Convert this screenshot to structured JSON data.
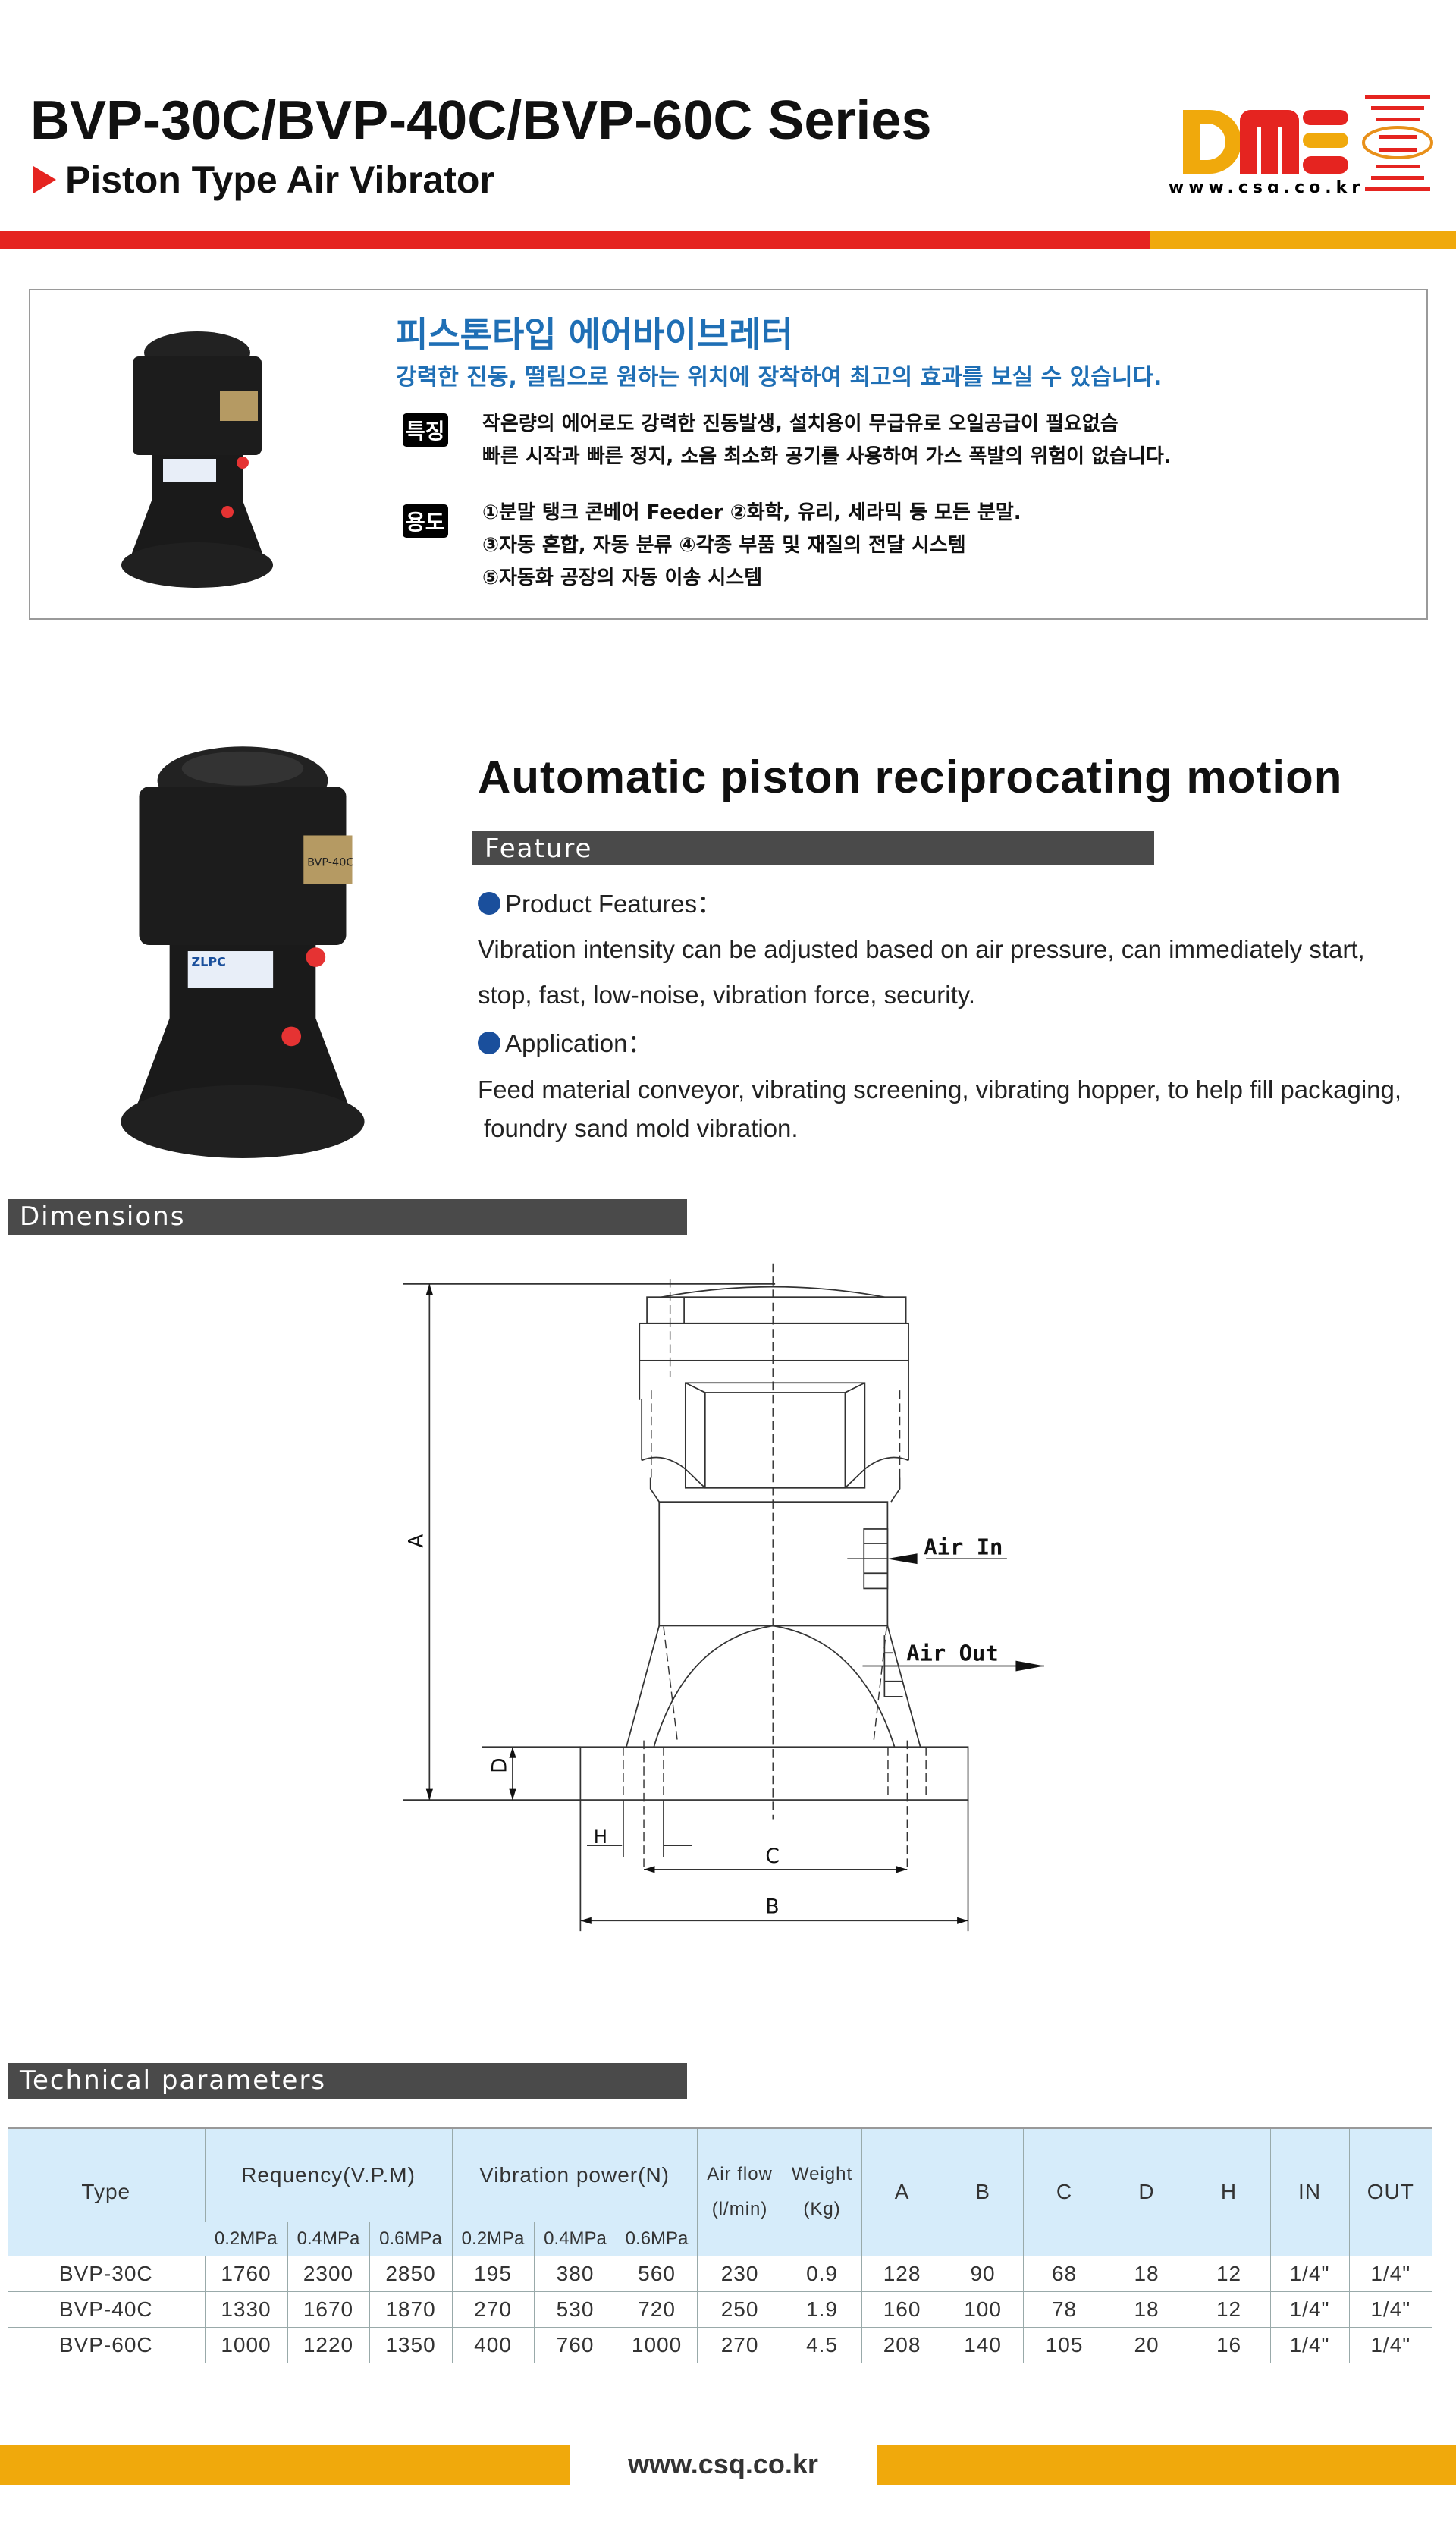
{
  "header": {
    "title": "BVP-30C/BVP-40C/BVP-60C Series",
    "subtitle": "Piston Type Air Vibrator",
    "logo_text": "DME",
    "logo_url": "www.csq.co.kr",
    "colors": {
      "red": "#e52420",
      "orange": "#f0a90c"
    }
  },
  "korean": {
    "title": "피스톤타입 에어바이브레터",
    "tagline": "강력한 진동, 떨림으로 원하는 위치에 장착하여 최고의 효과를 보실 수 있습니다.",
    "features_tag": "특징",
    "features": [
      "작은량의 에어로도 강력한 진동발생, 설치용이 무급유로 오일공급이 필요없슴",
      "빠른 시작과 빠른 정지, 소음 최소화 공기를 사용하여 가스 폭발의 위험이 없습니다."
    ],
    "uses_tag": "용도",
    "uses": [
      "①분말 탱크 콘베어 Feeder  ②화학, 유리, 세라믹 등 모든 분말.",
      "③자동 혼합, 자동 분류  ④각종 부품 및 재질의 전달 시스템",
      "⑤자동화 공장의 자동 이송 시스템"
    ]
  },
  "feature": {
    "heading": "Automatic piston reciprocating motion",
    "bar": "Feature",
    "product_label": "Product Features：",
    "product_text": [
      "Vibration intensity can be adjusted based on air pressure, can immediately start,",
      "stop, fast, low-noise, vibration force, security."
    ],
    "application_label": "Application：",
    "application_text": [
      "Feed material conveyor, vibrating screening, vibrating hopper, to help fill packaging,",
      "foundry sand mold vibration."
    ]
  },
  "product_label": {
    "brand": "ZLPC",
    "name": "BVP-40C"
  },
  "dimensions": {
    "bar": "Dimensions",
    "labels": {
      "A": "A",
      "B": "B",
      "C": "C",
      "D": "D",
      "H": "H",
      "air_in": "Air In",
      "air_out": "Air Out"
    }
  },
  "technical": {
    "bar": "Technical parameters",
    "headers": {
      "type": "Type",
      "frequency": "Requency(V.P.M)",
      "power": "Vibration power(N)",
      "airflow": "Air flow",
      "airflow_unit": "(l/min)",
      "weight": "Weight",
      "weight_unit": "(Kg)",
      "A": "A",
      "B": "B",
      "C": "C",
      "D": "D",
      "H": "H",
      "IN": "IN",
      "OUT": "OUT"
    },
    "pressures": [
      "0.2MPa",
      "0.4MPa",
      "0.6MPa",
      "0.2MPa",
      "0.4MPa",
      "0.6MPa"
    ],
    "rows": [
      [
        "BVP-30C",
        "1760",
        "2300",
        "2850",
        "195",
        "380",
        "560",
        "230",
        "0.9",
        "128",
        "90",
        "68",
        "18",
        "12",
        "1/4\"",
        "1/4\""
      ],
      [
        "BVP-40C",
        "1330",
        "1670",
        "1870",
        "270",
        "530",
        "720",
        "250",
        "1.9",
        "160",
        "100",
        "78",
        "18",
        "12",
        "1/4\"",
        "1/4\""
      ],
      [
        "BVP-60C",
        "1000",
        "1220",
        "1350",
        "400",
        "760",
        "1000",
        "270",
        "4.5",
        "208",
        "140",
        "105",
        "20",
        "16",
        "1/4\"",
        "1/4\""
      ]
    ]
  },
  "footer": {
    "url": "www.csq.co.kr"
  }
}
